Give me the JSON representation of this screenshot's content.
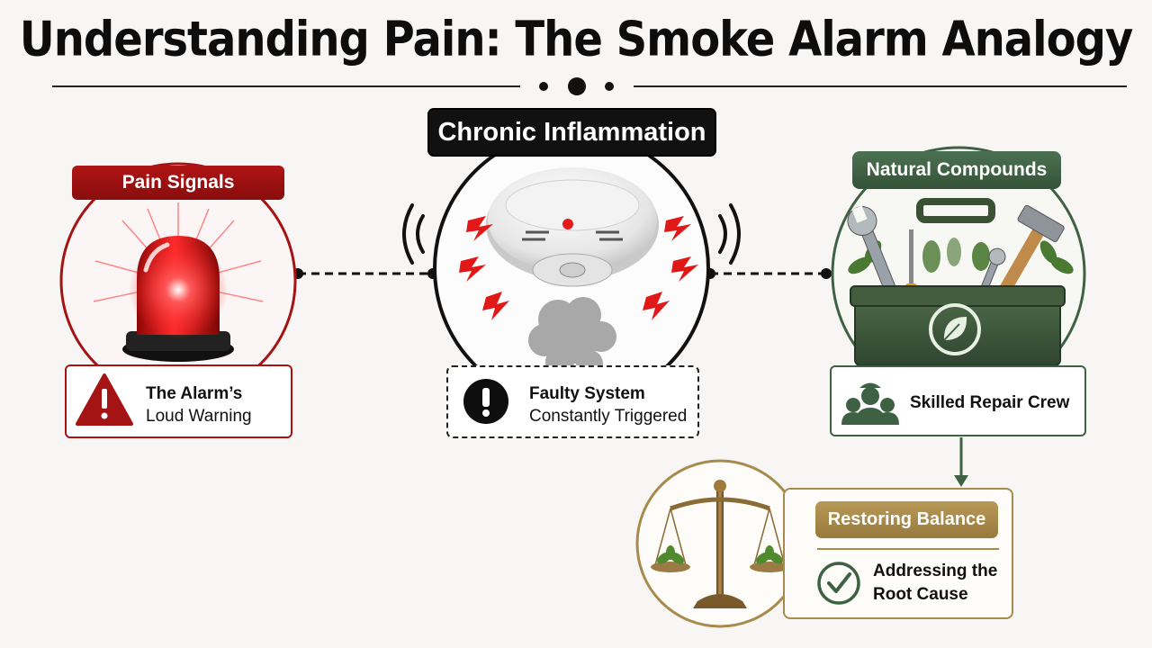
{
  "title": "Understanding Pain: The Smoke Alarm Analogy",
  "pain": {
    "heading": "Pain Signals",
    "line1": "The Alarm’s",
    "line2": "Loud Warning"
  },
  "inflammation": {
    "heading": "Chronic Inflammation",
    "line1": "Faulty System",
    "line2": "Constantly Triggered"
  },
  "compounds": {
    "heading": "Natural Compounds",
    "caption": "Skilled Repair Crew"
  },
  "balance": {
    "heading": "Restoring Balance",
    "line1": "Addressing the",
    "line2": "Root Cause"
  },
  "colors": {
    "red": "#a51414",
    "black": "#111111",
    "green": "#3f6143",
    "gold": "#a88a4d"
  }
}
